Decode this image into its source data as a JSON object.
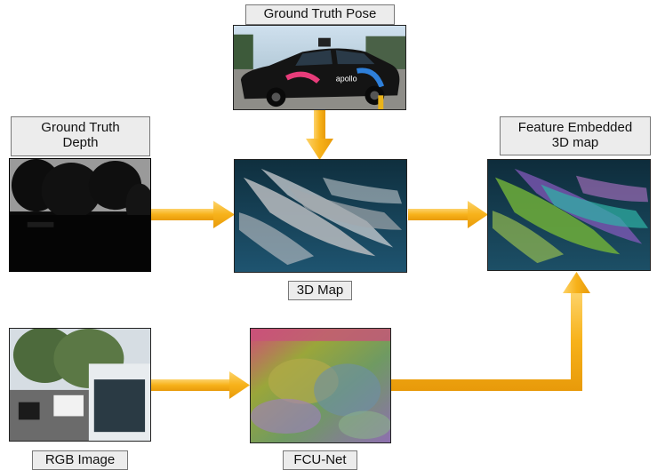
{
  "labels": {
    "ground_truth_pose": "Ground Truth Pose",
    "ground_truth_depth_line1": "Ground Truth",
    "ground_truth_depth_line2": "Depth",
    "feature_map_line1": "Feature Embedded",
    "feature_map_line2": "3D map",
    "map_3d": "3D Map",
    "rgb_image": "RGB Image",
    "fcu_net": "FCU-Net"
  },
  "car": {
    "brand_text": "apollo"
  },
  "colors": {
    "arrow": "#f7b21a",
    "label_bg": "#ececec",
    "label_border": "#777777",
    "map_bg": "#123a4a"
  }
}
